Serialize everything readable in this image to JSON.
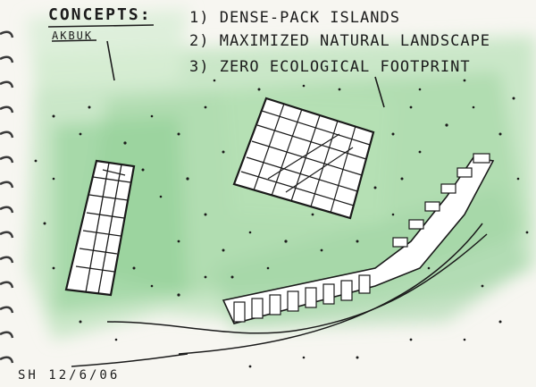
{
  "sketch": {
    "title": "CONCEPTS:",
    "subtitle": "AKBUK",
    "concepts": [
      "1) DENSE-PACK ISLANDS",
      "2) MAXIMIZED NATURAL LANDSCAPE",
      "3) ZERO ECOLOGICAL FOOTPRINT"
    ],
    "signature": "SH  12/6/06"
  },
  "colors": {
    "paper": "#f7f6f1",
    "watercolor_green": "#9fd3a2",
    "ink": "#1c1c1c",
    "binding": "#3a3a3a"
  }
}
